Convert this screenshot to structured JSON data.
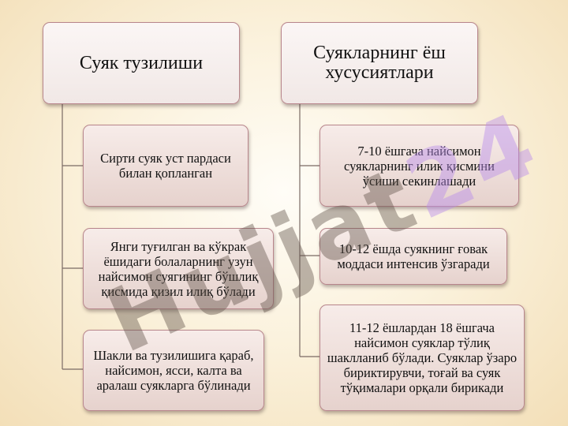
{
  "left": {
    "heading": "Суяк тузилиши",
    "items": [
      "Сирти суяк уст пардаси билан қопланган",
      "Янги туғилган ва кўкрак ёшидаги болаларнинг узун найсимон суягининг бўшлиқ қисмида қизил илиқ бўлади",
      "Шакли ва тузилишига қараб, найсимон, ясси, калта ва аралаш суякларга бўлинади"
    ]
  },
  "right": {
    "heading": "Суякларнинг ёш хусусиятлари",
    "items": [
      "7-10 ёшгача найсимон суякларнинг илик қисмини ўсиши секинлашади",
      "10-12 ёшда суякнинг ғовак моддаси интенсив ўзгаради",
      "11-12 ёшлардан 18 ёшгача найсимон суяклар тўлиқ шаклланиб бўлади. Суяклар ўзаро бириктирувчи, тоғай ва суяк тўқималари орқали бирикади"
    ]
  },
  "watermark": {
    "part1": "Hujjat",
    "part2": "24"
  },
  "colors": {
    "box_border": "#b8868c",
    "connector": "#7a6a64",
    "watermark_gray": "#5f5048",
    "watermark_purple": "#b98ceb"
  }
}
